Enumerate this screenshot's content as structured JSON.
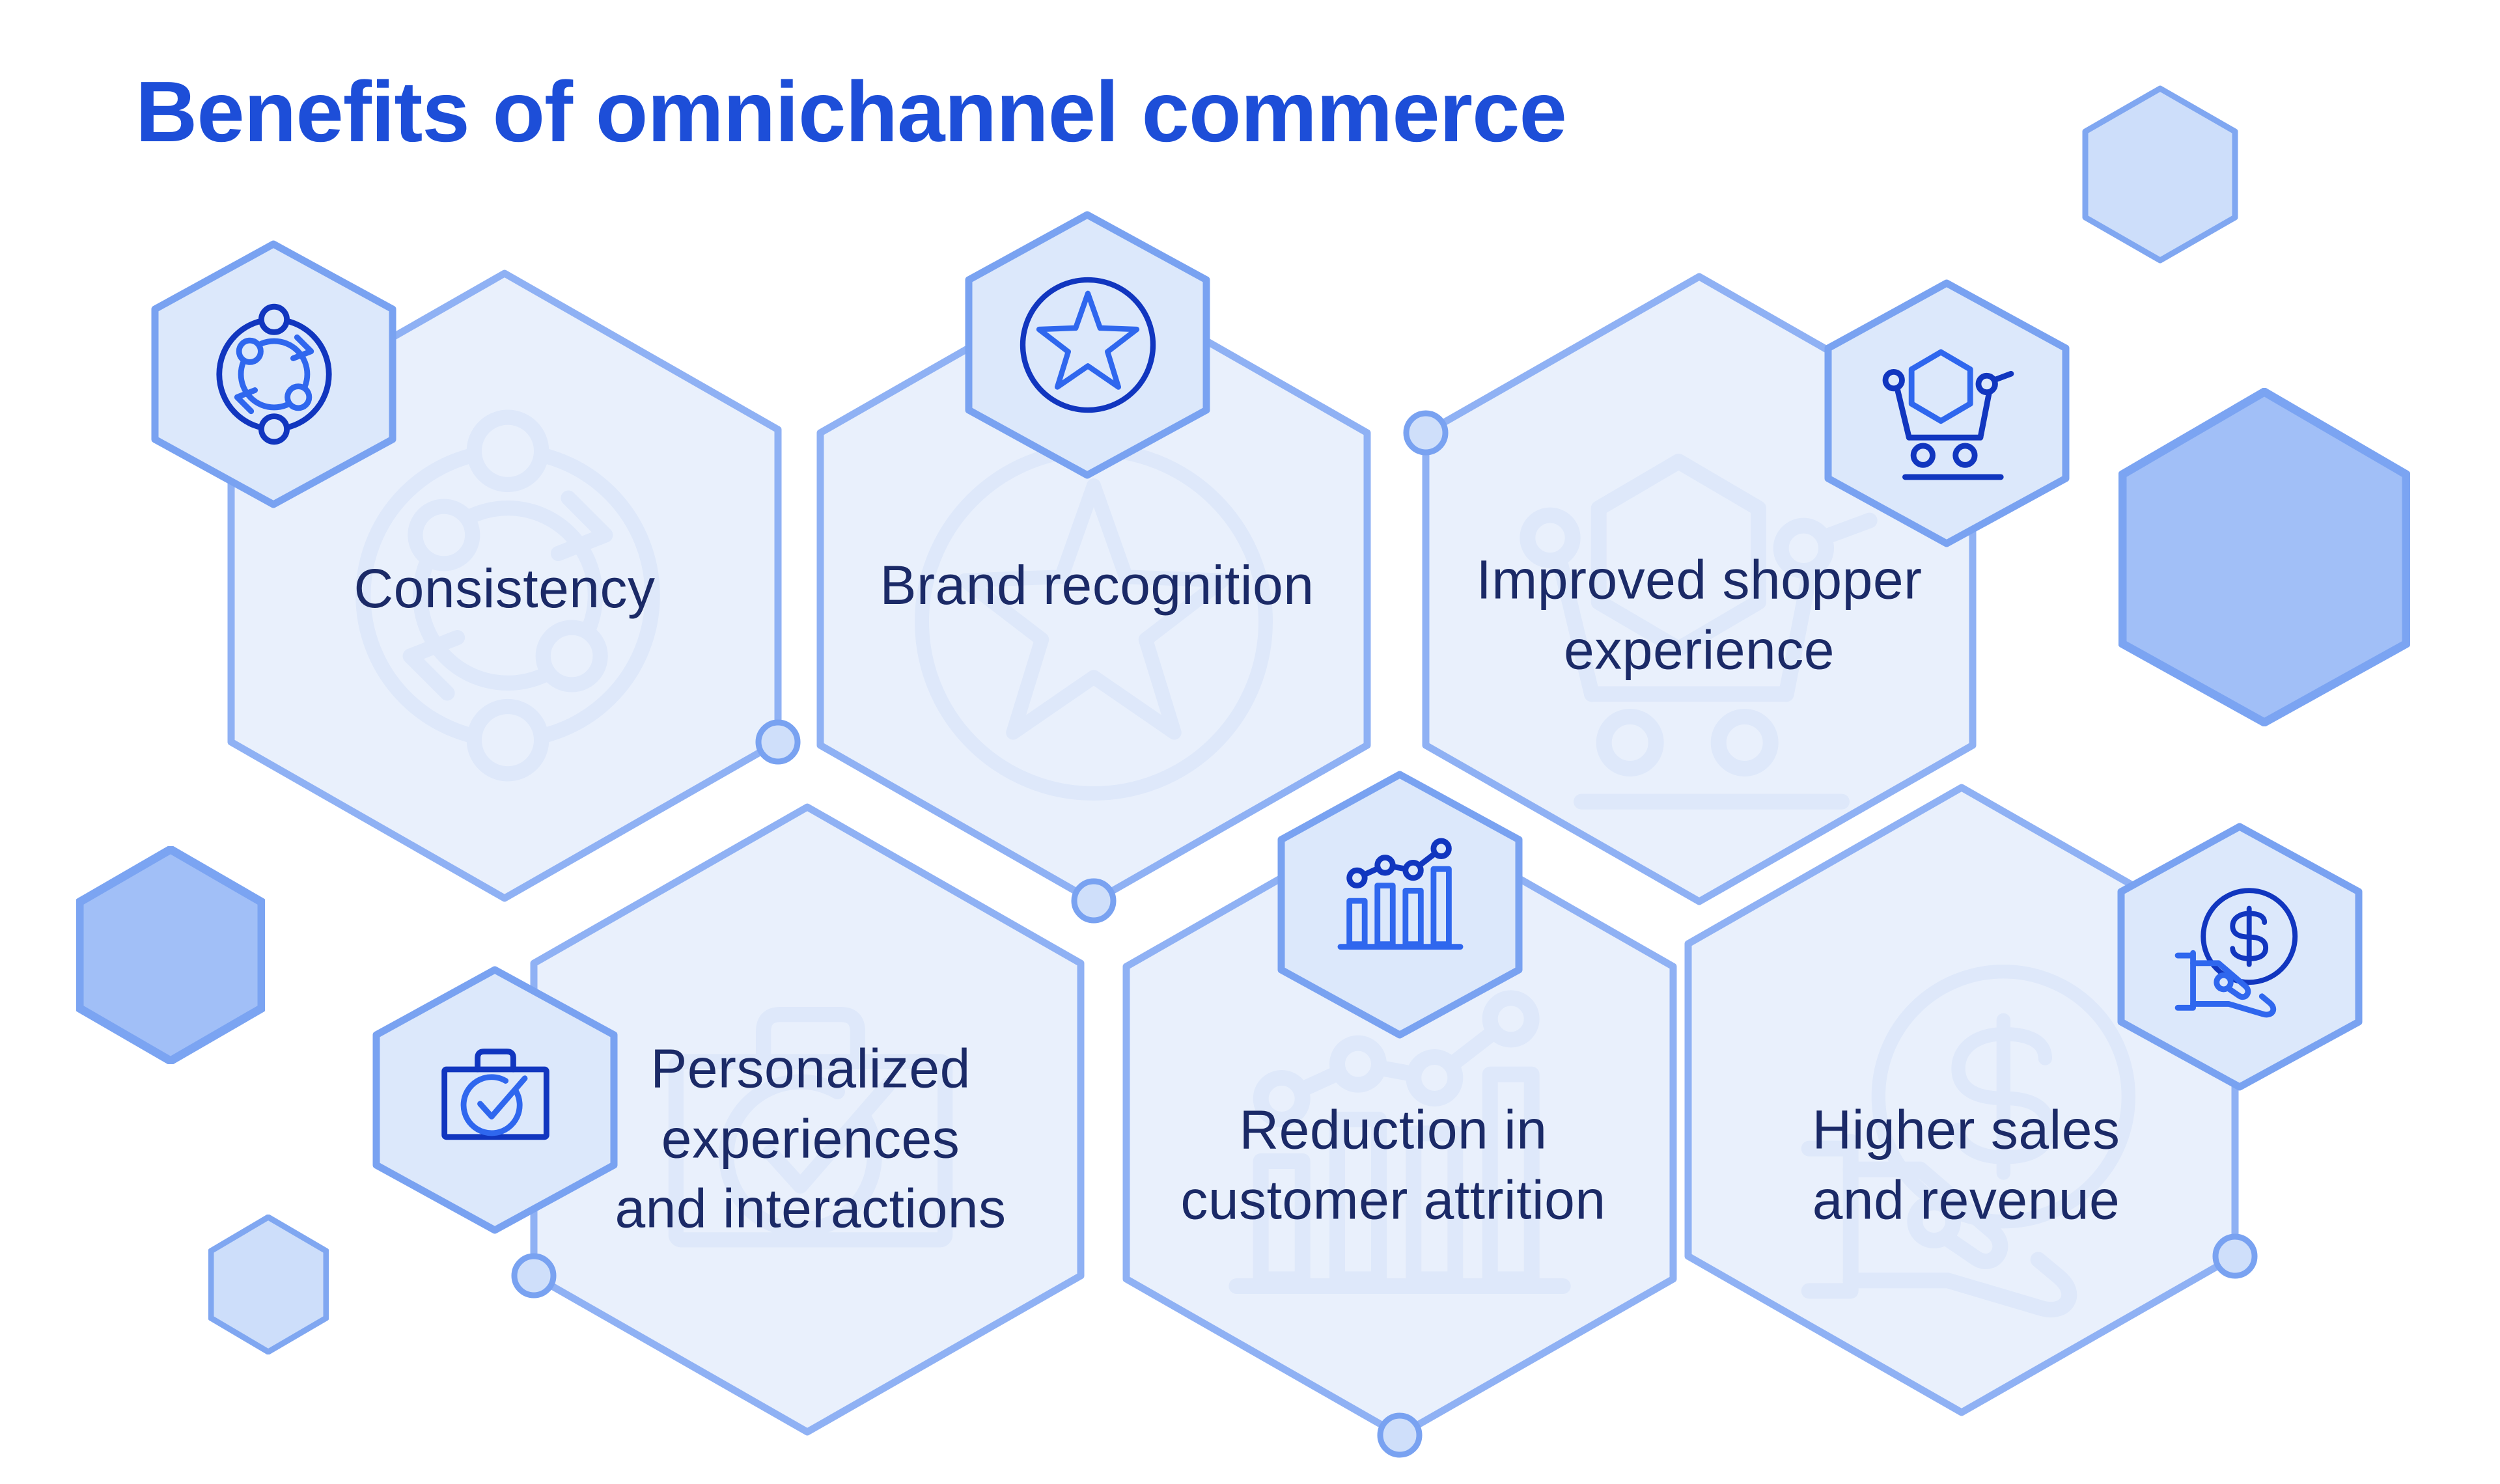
{
  "title": "Benefits of omnichannel commerce",
  "colors": {
    "background": "#ffffff",
    "title_blue": "#1d4ed8",
    "label_navy": "#1b2a67",
    "hex_fill": "#e9f0fc",
    "hex_border": "#8fb1f4",
    "badge_fill": "#dce8fb",
    "badge_border": "#79a2f1",
    "icon_dark_blue": "#1136bf",
    "icon_medium_blue": "#2f67ee",
    "watermark_blue": "#dee8fa",
    "deco_solid_fill": "#a1bff7",
    "deco_light_fill": "#cddefa"
  },
  "benefits": [
    {
      "label": "Consistency",
      "icon": "cycle-icon"
    },
    {
      "label": "Brand recognition",
      "icon": "star-icon"
    },
    {
      "label": "Improved shopper\nexperience",
      "icon": "shopping-cart-icon"
    },
    {
      "label": "Personalized\nexperiences\nand interactions",
      "icon": "briefcase-check-icon"
    },
    {
      "label": "Reduction in\ncustomer attrition",
      "icon": "bar-chart-icon"
    },
    {
      "label": "Higher sales\nand revenue",
      "icon": "dollar-hand-icon"
    }
  ],
  "decorations": [
    "small-light-hexagon-top-right",
    "large-solid-hexagon-right",
    "solid-hexagon-left",
    "small-light-hexagon-bottom-left"
  ]
}
